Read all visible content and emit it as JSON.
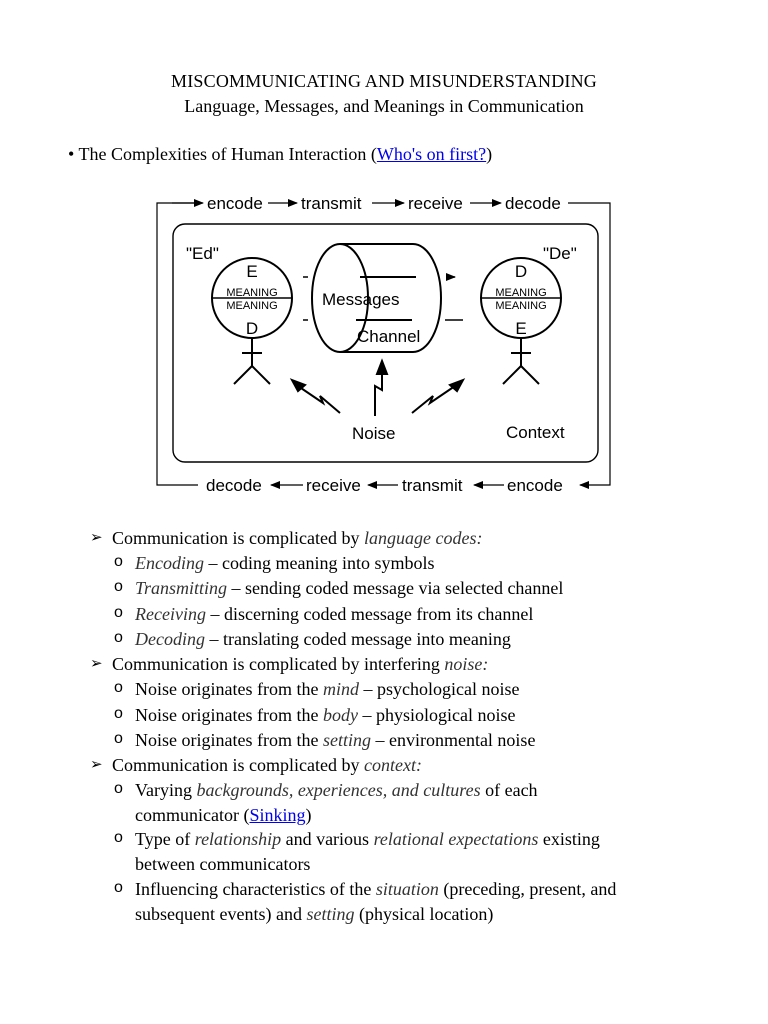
{
  "header": {
    "title": "MISCOMMUNICATING AND MISUNDERSTANDING",
    "subtitle": "Language, Messages, and Meanings in Communication"
  },
  "intro": {
    "text": "The Complexities of Human Interaction (",
    "link": "Who's on first?",
    "close": ")"
  },
  "diagram": {
    "top_flow": [
      "encode",
      "transmit",
      "receive",
      "decode"
    ],
    "bottom_flow": [
      "decode",
      "receive",
      "transmit",
      "encode"
    ],
    "sender": {
      "name": "\"Ed\"",
      "top_letter": "E",
      "bottom_letter": "D",
      "meaning_top": "MEANING",
      "meaning_bottom": "MEANING"
    },
    "receiver": {
      "name": "\"De\"",
      "top_letter": "D",
      "bottom_letter": "E",
      "meaning_top": "MEANING",
      "meaning_bottom": "MEANING"
    },
    "messages": "Messages",
    "channel": "Channel",
    "noise": "Noise",
    "context": "Context"
  },
  "sections": [
    {
      "lead": "Communication is complicated by ",
      "lead_em": "language codes:",
      "items": [
        {
          "em": "Encoding",
          "rest": " – coding meaning into symbols"
        },
        {
          "em": "Transmitting",
          "rest": " – sending coded message via selected channel"
        },
        {
          "em": "Receiving",
          "rest": " – discerning coded message from its channel"
        },
        {
          "em": "Decoding",
          "rest": " – translating coded message into meaning"
        }
      ]
    },
    {
      "lead": "Communication is complicated by interfering ",
      "lead_em": "noise:",
      "items": [
        {
          "pre": "Noise originates from the ",
          "em": "mind",
          "rest": " – psychological noise"
        },
        {
          "pre": "Noise originates from the ",
          "em": "body",
          "rest": " – physiological noise"
        },
        {
          "pre": "Noise originates from the ",
          "em": "setting",
          "rest": " – environmental noise"
        }
      ]
    },
    {
      "lead": "Communication is complicated by ",
      "lead_em": "context:",
      "items": [
        {
          "pre": "Varying ",
          "em": "backgrounds, experiences, and cultures",
          "rest": " of each",
          "line2_pre": "communicator (",
          "line2_link": "Sinking",
          "line2_post": ")"
        },
        {
          "pre": "Type of ",
          "em": "relationship",
          "mid": " and various ",
          "em2": "relational expectations",
          "rest": " existing",
          "line2_pre": "between communicators"
        },
        {
          "pre": "Influencing characteristics of the ",
          "em": "situation",
          "rest": " (preceding, present, and",
          "line2_pre": "subsequent events) and ",
          "line2_em": "setting",
          "line2_post": " (physical location)"
        }
      ]
    }
  ],
  "markers": {
    "level1": "➢",
    "level2": "o"
  }
}
